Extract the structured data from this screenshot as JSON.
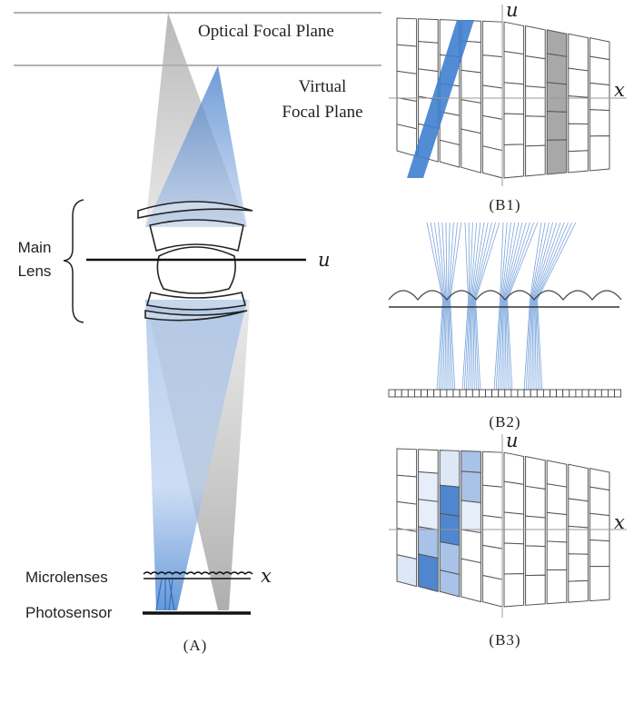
{
  "panel_a": {
    "optical_focal_plane": "Optical Focal Plane",
    "virtual_line1": "Virtual",
    "virtual_line2": "Focal Plane",
    "main_lens_line1": "Main",
    "main_lens_line2": "Lens",
    "u_axis": "u",
    "x_axis": "x",
    "microlenses": "Microlenses",
    "photosensor": "Photosensor",
    "caption": "(A)"
  },
  "panel_b1": {
    "u_axis": "u",
    "x_axis": "x",
    "caption": "(B1)"
  },
  "panel_b2": {
    "caption": "(B2)"
  },
  "panel_b3": {
    "u_axis": "u",
    "x_axis": "x",
    "caption": "(B3)"
  },
  "colors": {
    "blue": "#3f7fcf",
    "gray": "#a8a8a8",
    "line": "#555555"
  }
}
